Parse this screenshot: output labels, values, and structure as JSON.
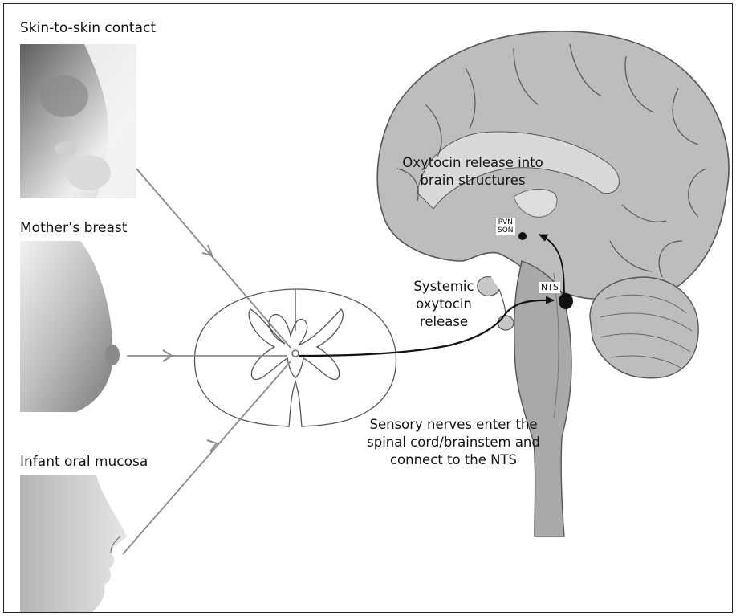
{
  "labels": {
    "skin": "Skin-to-skin contact",
    "breast": "Mother’s breast",
    "oral": "Infant oral mucosa",
    "brain_release": [
      "Oxytocin release into",
      "brain structures"
    ],
    "systemic": [
      "Systemic",
      "oxytocin",
      "release"
    ],
    "sensory": [
      "Sensory nerves enter the",
      "spinal cord/brainstem and",
      "connect to the NTS"
    ]
  },
  "tags": {
    "pvn": "PVN",
    "son": "SON",
    "nts": "NTS"
  },
  "colors": {
    "brain_fill": "#bdbdbd",
    "brain_light": "#dcdcdc",
    "stem": "#a9a9a9",
    "arrow_gray": "#8a8a8a",
    "outline": "#555555"
  }
}
